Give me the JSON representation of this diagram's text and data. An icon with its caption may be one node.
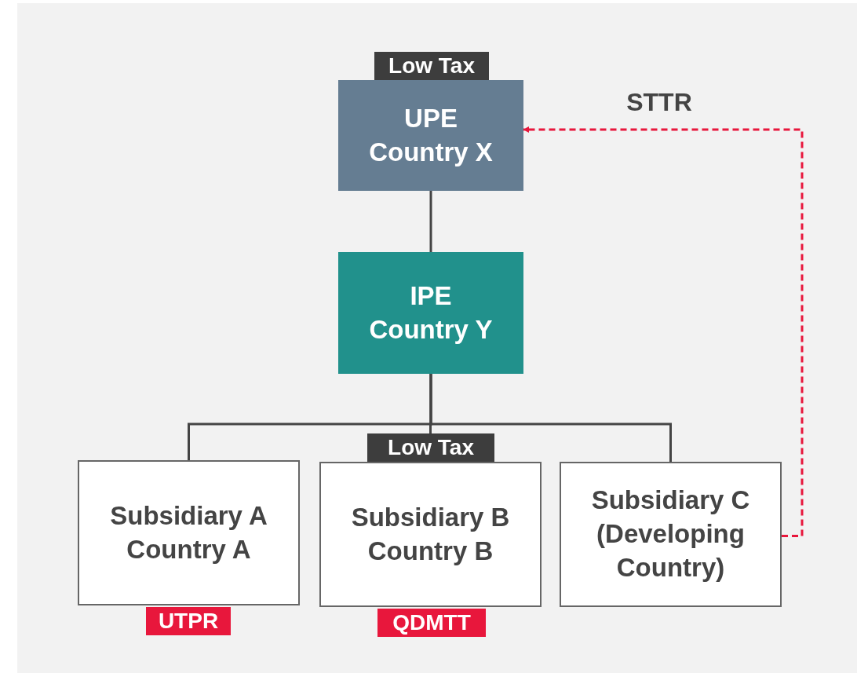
{
  "diagram": {
    "nodes": [
      {
        "text": [
          "UPE",
          "Country X"
        ],
        "beside": [
          "Low Tax"
        ]
      },
      {
        "text": [
          "IPE",
          "Country Y"
        ]
      },
      {
        "text": [
          "Subsidiary A",
          "Country A"
        ],
        "beside": [
          "UTPR"
        ]
      },
      {
        "text": [
          "Subsidiary B",
          "Country B"
        ],
        "beside": [
          "Low Tax",
          "QDMTT"
        ]
      },
      {
        "text": [
          "Subsidiary C",
          "(Developing Country)"
        ]
      }
    ],
    "edges": [
      {
        "from": 0,
        "to": 1,
        "arrow": "none"
      },
      {
        "from": 1,
        "to": 2,
        "arrow": "none"
      },
      {
        "from": 1,
        "to": 3,
        "arrow": "none"
      },
      {
        "from": 1,
        "to": 4,
        "arrow": "none"
      },
      {
        "from": 4,
        "to": 0,
        "arrow": "to",
        "label": "STTR",
        "style": "dashed",
        "color": "#e8173c"
      }
    ]
  }
}
